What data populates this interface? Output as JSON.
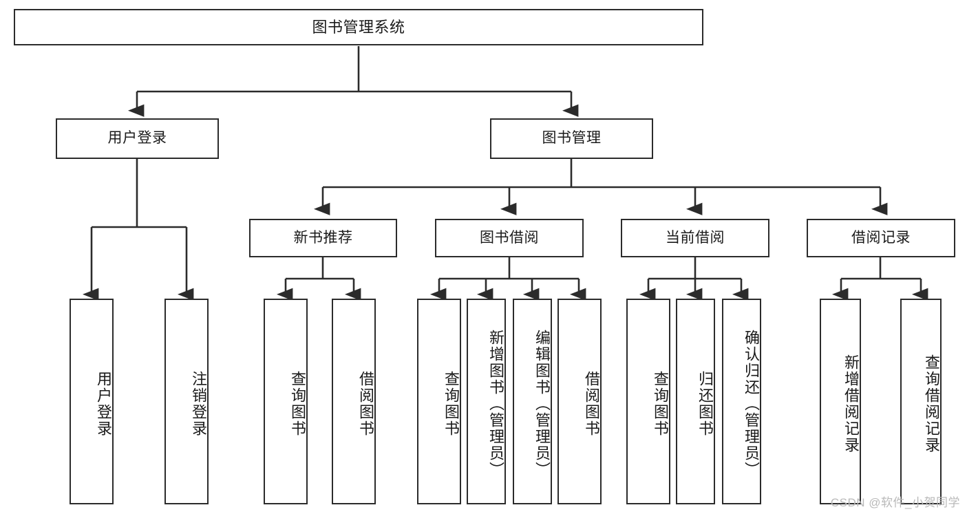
{
  "diagram": {
    "title": "图书管理系统",
    "watermark": "CSDN @软件_小贺同学",
    "colors": {
      "stroke": "#2b2b2b",
      "fill": "#ffffff",
      "text": "#1a1a1a",
      "watermark": "#b9b9b9"
    },
    "levels": {
      "root": {
        "label": "图书管理系统"
      },
      "level2": [
        {
          "label": "用户登录"
        },
        {
          "label": "图书管理"
        }
      ],
      "level3": [
        {
          "label": "新书推荐"
        },
        {
          "label": "图书借阅"
        },
        {
          "label": "当前借阅"
        },
        {
          "label": "借阅记录"
        }
      ],
      "leaves": {
        "user_login": [
          {
            "label": "用户登录"
          },
          {
            "label": "注销登录"
          }
        ],
        "new_book_rec": [
          {
            "label": "查询图书"
          },
          {
            "label": "借阅图书"
          }
        ],
        "book_borrow": [
          {
            "label": "查询图书"
          },
          {
            "label": "新增图书（管理员）"
          },
          {
            "label": "编辑图书（管理员）"
          },
          {
            "label": "借阅图书"
          }
        ],
        "current_borrow": [
          {
            "label": "查询图书"
          },
          {
            "label": "归还图书"
          },
          {
            "label": "确认归还（管理员）"
          }
        ],
        "borrow_record": [
          {
            "label": "新增借阅记录"
          },
          {
            "label": "查询借阅记录"
          }
        ]
      }
    }
  }
}
